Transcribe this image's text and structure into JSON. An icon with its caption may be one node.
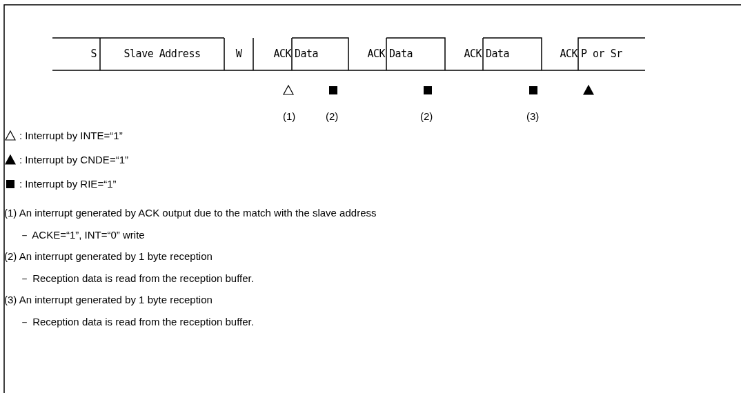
{
  "diagram": {
    "labels": [
      "S",
      "Slave Address",
      "W",
      "ACK",
      "Data",
      "ACK",
      "Data",
      "ACK",
      "Data",
      "ACK",
      "P or Sr",
      "(1)",
      "(2)",
      "(2)",
      "(3)",
      "(1) An interrupt generated by ACK output due to the match with the slave address",
      "－ ACKE=“1”, INT=“0” write",
      "(2) An interrupt generated by 1 byte reception",
      "－ Reception data is read from the reception buffer.",
      "(3) An interrupt generated by 1 byte reception",
      "－ Reception data is read from the reception buffer."
    ],
    "legend": [
      {
        "text": ": Interrupt by INTE=“1”"
      },
      {
        "text": ": Interrupt by CNDE=“1”"
      },
      {
        "text": ": Interrupt by RIE=“1”"
      }
    ]
  }
}
